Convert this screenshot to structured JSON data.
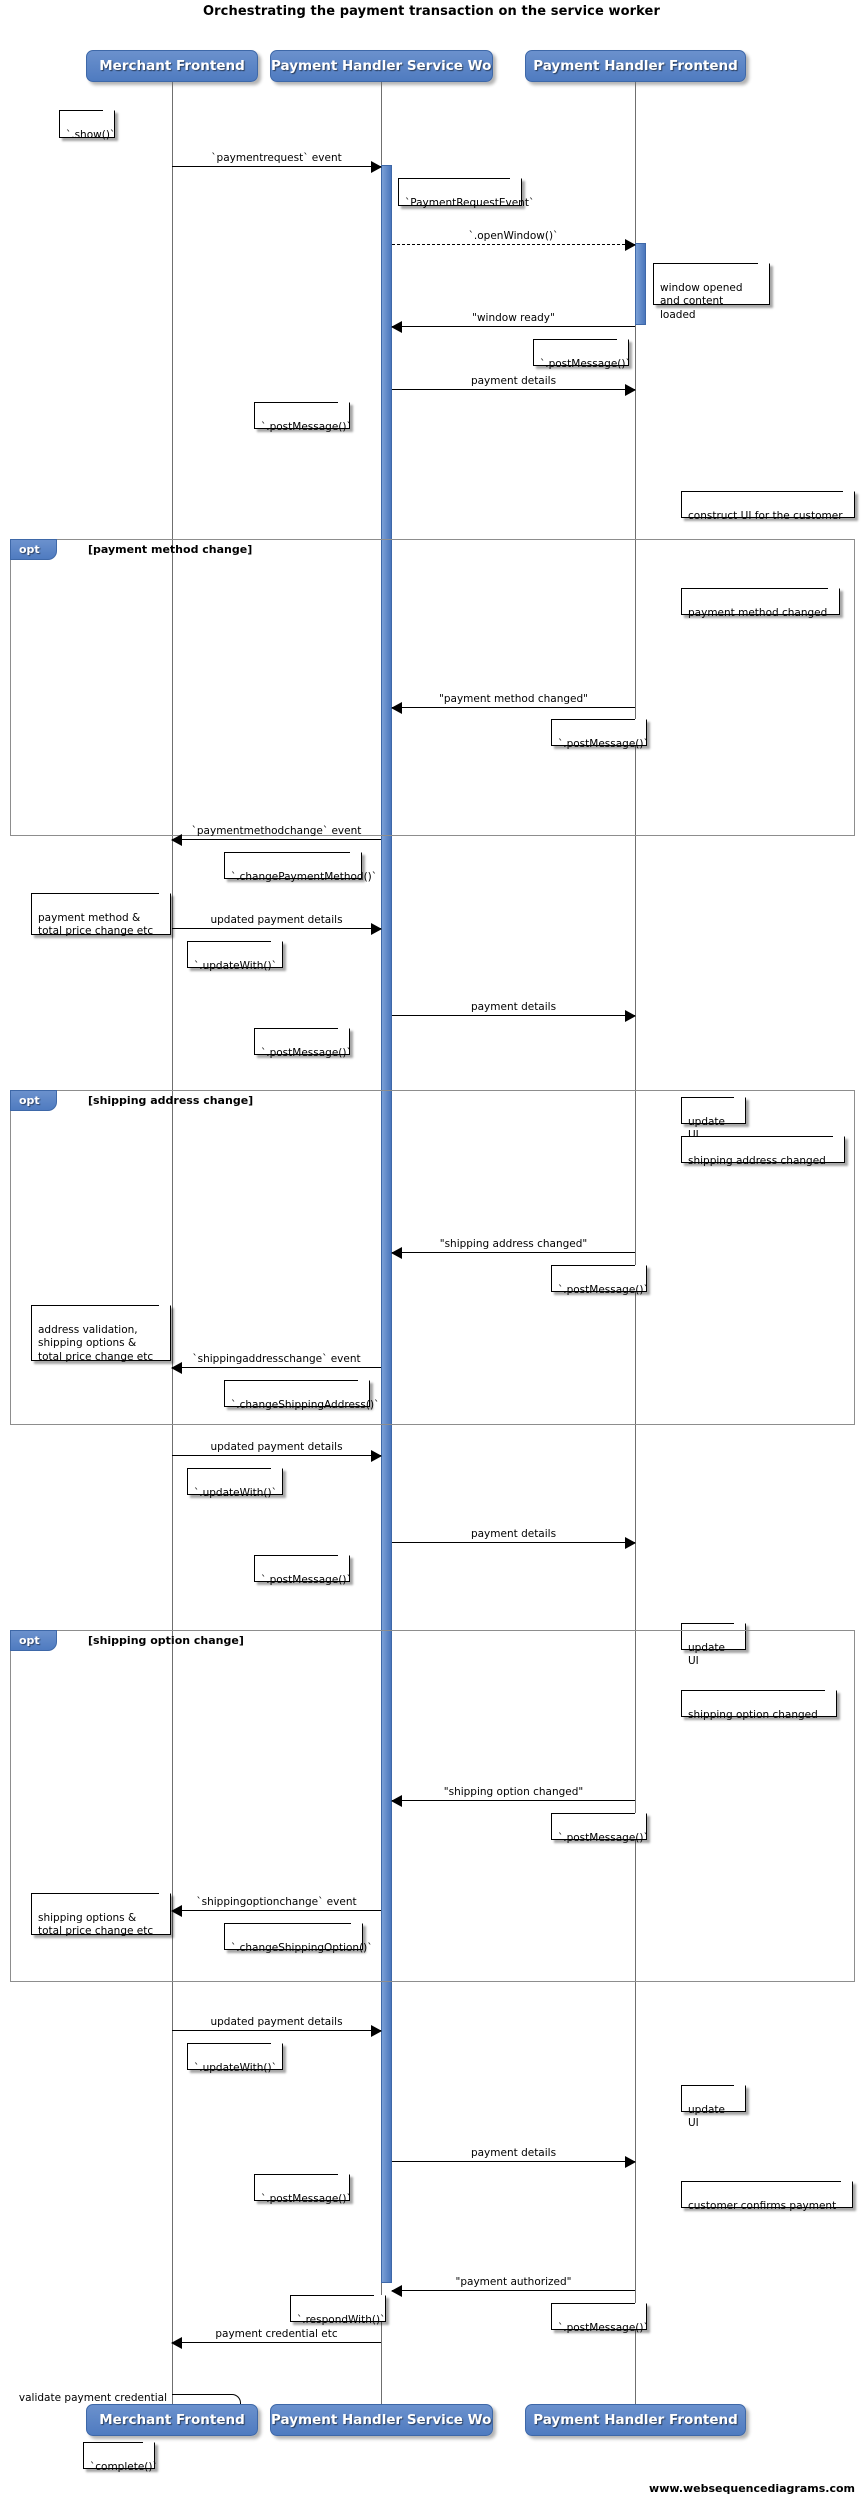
{
  "title": "Orchestrating the payment transaction on the service worker",
  "credit": "www.websequencediagrams.com",
  "participants": [
    {
      "id": "merchant",
      "label": "Merchant Frontend"
    },
    {
      "id": "sw",
      "label": "Payment Handler Service Worker"
    },
    {
      "id": "phfrontend",
      "label": "Payment Handler Frontend"
    }
  ],
  "colors": {
    "participant_fill": "#5b84c4",
    "participant_border": "#3e68a8",
    "activation_fill": "#5b84c4",
    "lifeline": "#6f6f6f",
    "fragment_border": "#8d8d8d",
    "note_fill": "#ffffff",
    "text": "#000000",
    "background": "#ffffff"
  },
  "fragments": [
    {
      "operator": "opt",
      "condition": "[payment method change]"
    },
    {
      "operator": "opt",
      "condition": "[shipping address change]"
    },
    {
      "operator": "opt",
      "condition": "[shipping option change]"
    }
  ],
  "messages": [
    {
      "id": "m1",
      "label": "`paymentrequest` event",
      "from": "merchant",
      "to": "sw",
      "style": "solid"
    },
    {
      "id": "m2",
      "label": "`.openWindow()`",
      "from": "sw",
      "to": "phfrontend",
      "style": "dashed"
    },
    {
      "id": "m3",
      "label": "\"window ready\"",
      "from": "phfrontend",
      "to": "sw",
      "style": "solid"
    },
    {
      "id": "m4",
      "label": "payment details",
      "from": "sw",
      "to": "phfrontend",
      "style": "solid"
    },
    {
      "id": "m5",
      "label": "\"payment method changed\"",
      "from": "phfrontend",
      "to": "sw",
      "style": "solid"
    },
    {
      "id": "m6",
      "label": "`paymentmethodchange` event",
      "from": "sw",
      "to": "merchant",
      "style": "solid"
    },
    {
      "id": "m7",
      "label": "updated payment details",
      "from": "merchant",
      "to": "sw",
      "style": "solid"
    },
    {
      "id": "m8",
      "label": "payment details",
      "from": "sw",
      "to": "phfrontend",
      "style": "solid"
    },
    {
      "id": "m9",
      "label": "\"shipping address changed\"",
      "from": "phfrontend",
      "to": "sw",
      "style": "solid"
    },
    {
      "id": "m10",
      "label": "`shippingaddresschange` event",
      "from": "sw",
      "to": "merchant",
      "style": "solid"
    },
    {
      "id": "m11",
      "label": "updated payment details",
      "from": "merchant",
      "to": "sw",
      "style": "solid"
    },
    {
      "id": "m12",
      "label": "payment details",
      "from": "sw",
      "to": "phfrontend",
      "style": "solid"
    },
    {
      "id": "m13",
      "label": "\"shipping option changed\"",
      "from": "phfrontend",
      "to": "sw",
      "style": "solid"
    },
    {
      "id": "m14",
      "label": "`shippingoptionchange` event",
      "from": "sw",
      "to": "merchant",
      "style": "solid"
    },
    {
      "id": "m15",
      "label": "updated payment details",
      "from": "merchant",
      "to": "sw",
      "style": "solid"
    },
    {
      "id": "m16",
      "label": "payment details",
      "from": "sw",
      "to": "phfrontend",
      "style": "solid"
    },
    {
      "id": "m17",
      "label": "\"payment authorized\"",
      "from": "phfrontend",
      "to": "sw",
      "style": "solid"
    },
    {
      "id": "m18",
      "label": "payment credential etc",
      "from": "sw",
      "to": "merchant",
      "style": "solid"
    },
    {
      "id": "m19",
      "label": "validate payment credential",
      "from": "merchant",
      "to": "merchant",
      "style": "self"
    }
  ],
  "notes": [
    {
      "id": "n1",
      "text": "`.show()`"
    },
    {
      "id": "n2",
      "text": "`PaymentRequestEvent`"
    },
    {
      "id": "n3",
      "text": "window opened\nand content loaded"
    },
    {
      "id": "n4",
      "text": "`.postMessage()`"
    },
    {
      "id": "n5",
      "text": "`.postMessage()`"
    },
    {
      "id": "n6",
      "text": "construct UI for the customer"
    },
    {
      "id": "n7",
      "text": "payment method changed"
    },
    {
      "id": "n8",
      "text": "`.postMessage()`"
    },
    {
      "id": "n9",
      "text": "`.changePaymentMethod()`"
    },
    {
      "id": "n10",
      "text": "payment method &\ntotal price change etc"
    },
    {
      "id": "n11",
      "text": "`.updateWith()`"
    },
    {
      "id": "n12",
      "text": "`.postMessage()`"
    },
    {
      "id": "n13",
      "text": "update UI"
    },
    {
      "id": "n14",
      "text": "shipping address changed"
    },
    {
      "id": "n15",
      "text": "`.postMessage()`"
    },
    {
      "id": "n16",
      "text": "`.changeShippingAddress()`"
    },
    {
      "id": "n17",
      "text": "address validation,\nshipping options &\ntotal price change etc"
    },
    {
      "id": "n18",
      "text": "`.updateWith()`"
    },
    {
      "id": "n19",
      "text": "`.postMessage()`"
    },
    {
      "id": "n20",
      "text": "update UI"
    },
    {
      "id": "n21",
      "text": "shipping option changed"
    },
    {
      "id": "n22",
      "text": "`.postMessage()`"
    },
    {
      "id": "n23",
      "text": "`.changeShippingOption()`"
    },
    {
      "id": "n24",
      "text": "shipping options &\ntotal price change etc"
    },
    {
      "id": "n25",
      "text": "`.updateWith()`"
    },
    {
      "id": "n26",
      "text": "`.postMessage()`"
    },
    {
      "id": "n27",
      "text": "update UI"
    },
    {
      "id": "n28",
      "text": "customer confirms payment"
    },
    {
      "id": "n29",
      "text": "`.postMessage()`"
    },
    {
      "id": "n30",
      "text": "`.respondWith()`"
    },
    {
      "id": "n31",
      "text": "`complete()`"
    }
  ]
}
